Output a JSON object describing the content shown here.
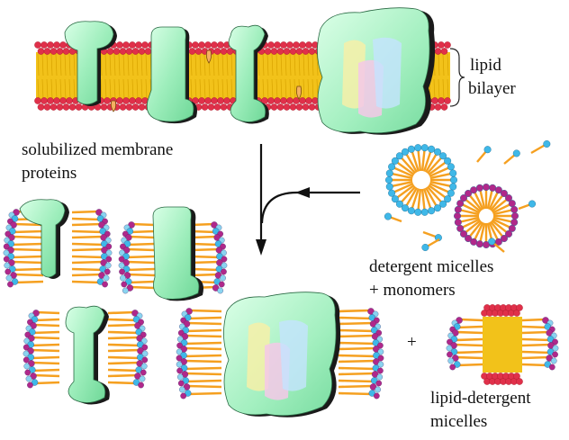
{
  "labels": {
    "lipid_bilayer_line1": "lipid",
    "lipid_bilayer_line2": "bilayer",
    "solubilized_line1": "solubilized membrane",
    "solubilized_line2": "proteins",
    "detergent_line1": "detergent micelles",
    "detergent_line2": "+ monomers",
    "plus_sign": "+",
    "lipid_detergent_line1": "lipid-detergent",
    "lipid_detergent_line2": "micelles"
  },
  "colors": {
    "protein_fill": "#a8f0c4",
    "protein_shadow": "#1a1a1a",
    "lipid_head": "#e0304a",
    "lipid_tail": "#f2c21a",
    "detergent_head_blue": "#3fb8e8",
    "detergent_head_magenta": "#b0288a",
    "detergent_tail": "#f5a020",
    "arrow": "#111111"
  }
}
